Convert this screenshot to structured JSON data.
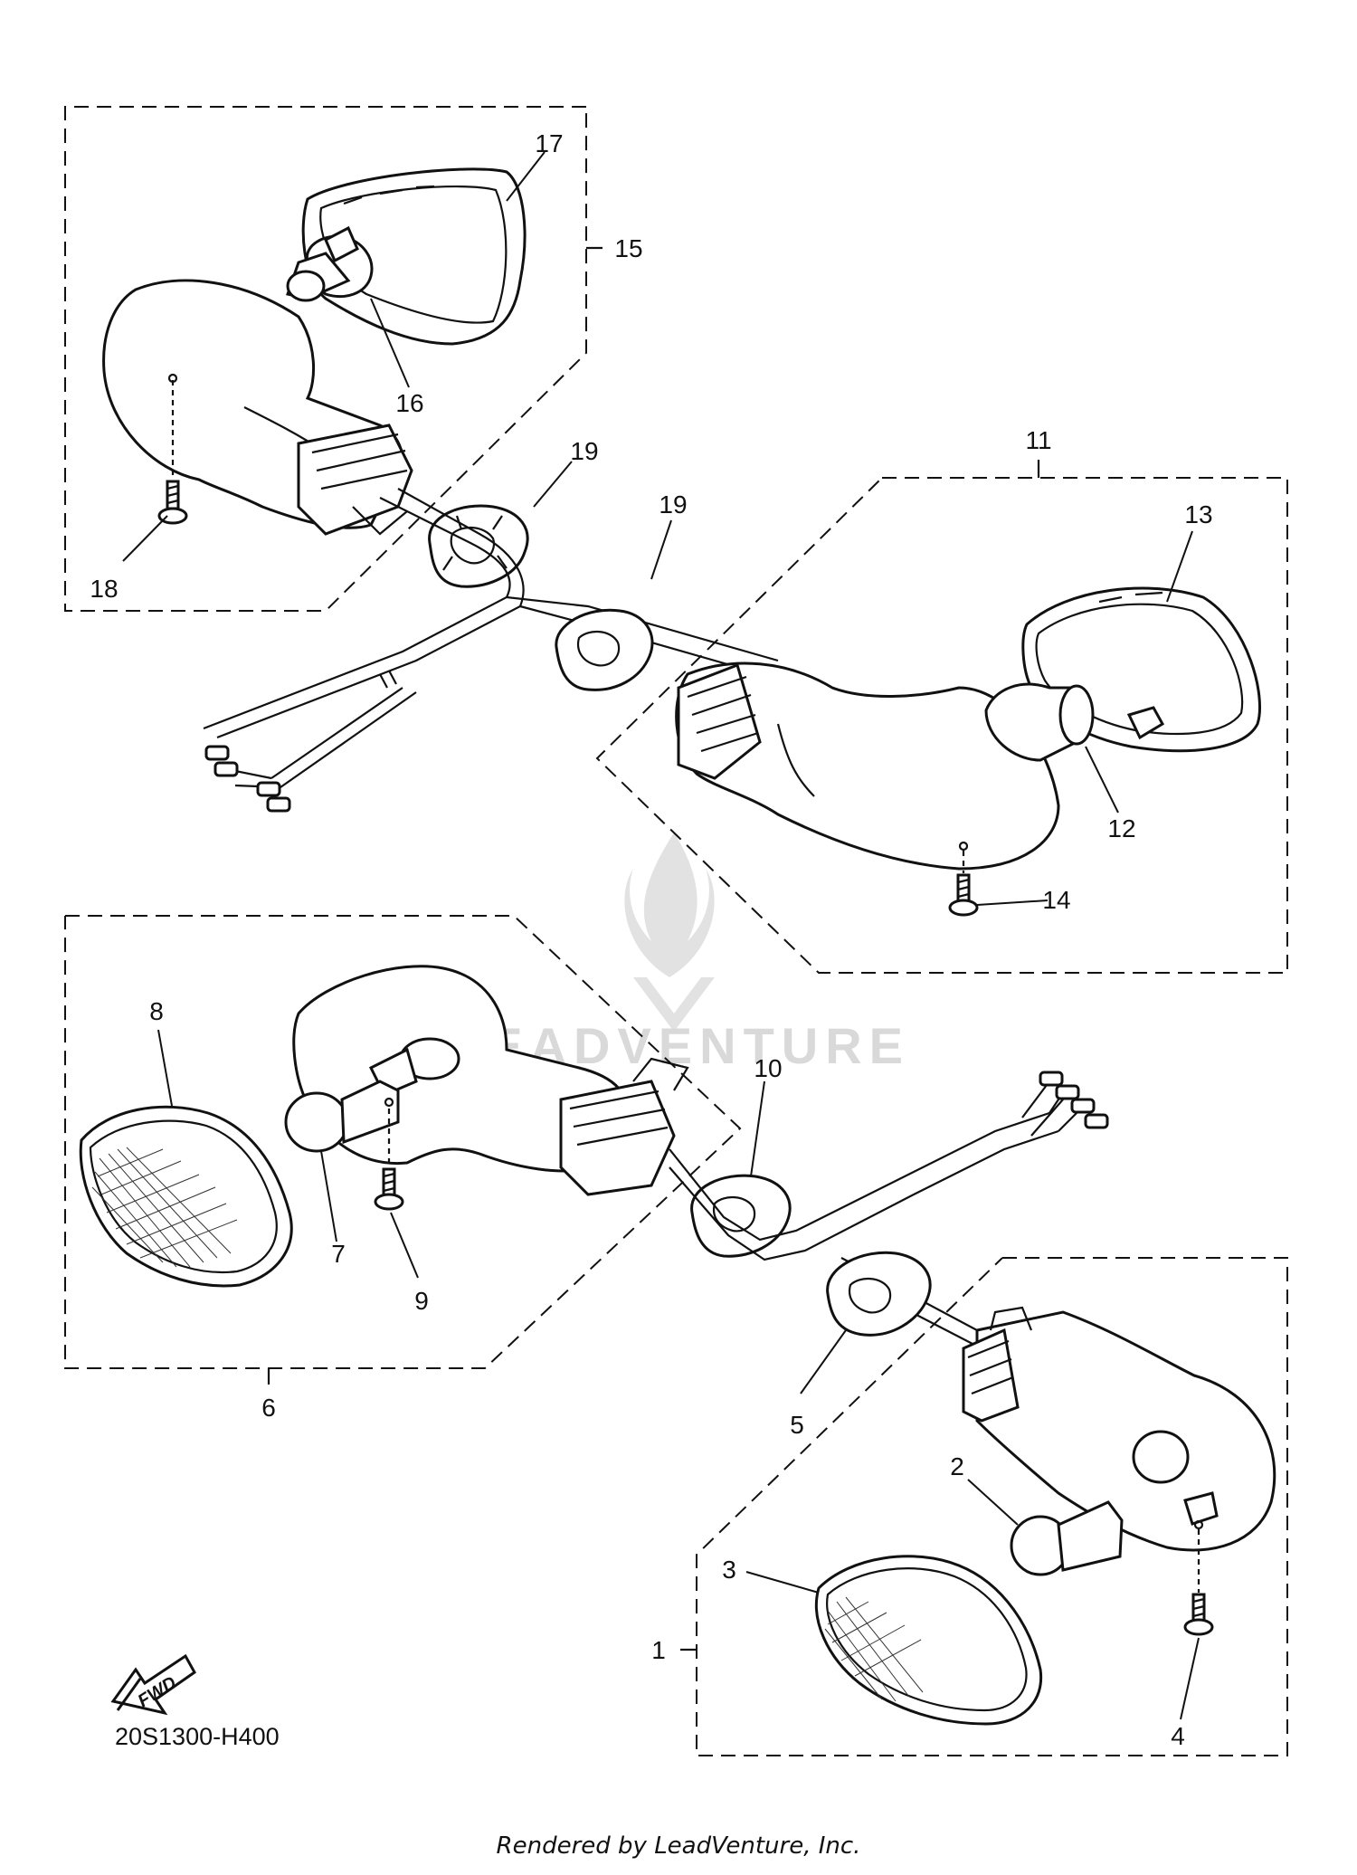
{
  "diagram": {
    "callouts": {
      "c1": "1",
      "c2": "2",
      "c3": "3",
      "c4": "4",
      "c5": "5",
      "c6": "6",
      "c7": "7",
      "c8": "8",
      "c9": "9",
      "c10": "10",
      "c11": "11",
      "c12": "12",
      "c13": "13",
      "c14": "14",
      "c15": "15",
      "c16": "16",
      "c17": "17",
      "c18": "18",
      "c19a": "19",
      "c19b": "19"
    },
    "fwd_label": "FWD",
    "diagram_code": "20S1300-H400",
    "watermark": "LEADVENTURE",
    "footer": "Rendered by LeadVenture, Inc."
  }
}
